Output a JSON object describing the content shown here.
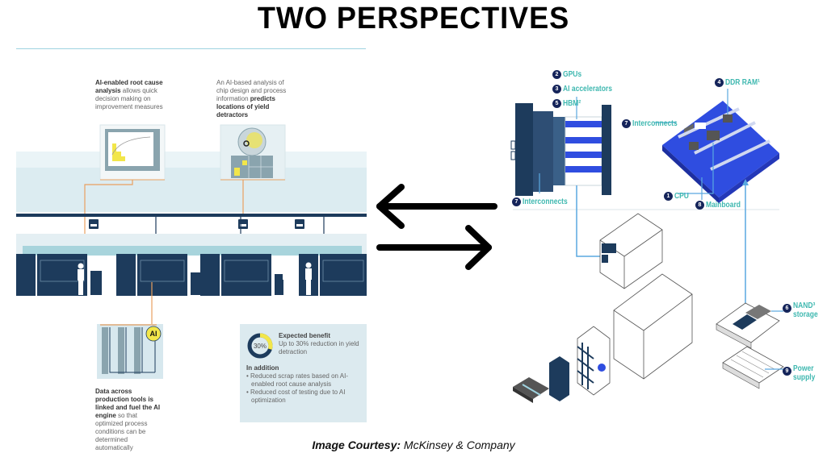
{
  "title": "TWO PERSPECTIVES",
  "left_panel": {
    "note_root_cause": {
      "bold": "AI-enabled root cause analysis",
      "rest": " allows quick decision making on improvement measures"
    },
    "note_chip_design": {
      "normal": "An AI-based analysis of chip design and process information ",
      "bold": "predicts locations of yield detractors"
    },
    "note_data": {
      "bold": "Data across production tools is linked and fuel the AI engine",
      "rest": " so that optimized process conditions can be determined automatically"
    },
    "ai_badge": "AI",
    "benefit": {
      "donut_label": "30%",
      "donut_fraction": 0.3,
      "title": "Expected benefit",
      "text": "Up to 30% reduction in yield detraction",
      "in_addition": "In addition",
      "bullets": [
        "Reduced scrap rates based on AI-enabled root cause analysis",
        "Reduced cost of testing due to AI optimization"
      ]
    }
  },
  "center": {
    "left_arrow": "arrow-left",
    "right_arrow": "arrow-right"
  },
  "right_panel": {
    "labels": [
      {
        "num": "2",
        "text": "GPUs"
      },
      {
        "num": "3",
        "text": "AI accelerators"
      },
      {
        "num": "5",
        "text": "HBM²"
      },
      {
        "num": "7",
        "text": "Interconnects"
      },
      {
        "num": "4",
        "text": "DDR RAM¹"
      },
      {
        "num": "7",
        "text": "Interconnects"
      },
      {
        "num": "1",
        "text": "CPU"
      },
      {
        "num": "8",
        "text": "Mainboard"
      },
      {
        "num": "6",
        "text": "NAND³ storage"
      },
      {
        "num": "9",
        "text": "Power supply"
      }
    ]
  },
  "courtesy": {
    "bold": "Image Courtesy:",
    "rest": " McKinsey & Company"
  },
  "colors": {
    "navy": "#1d3b5c",
    "teal": "#3fb8b0",
    "blue": "#2f4de0",
    "orange": "#e8a060",
    "yellow": "#f2e64a",
    "light_blue": "#cfe6ec"
  }
}
